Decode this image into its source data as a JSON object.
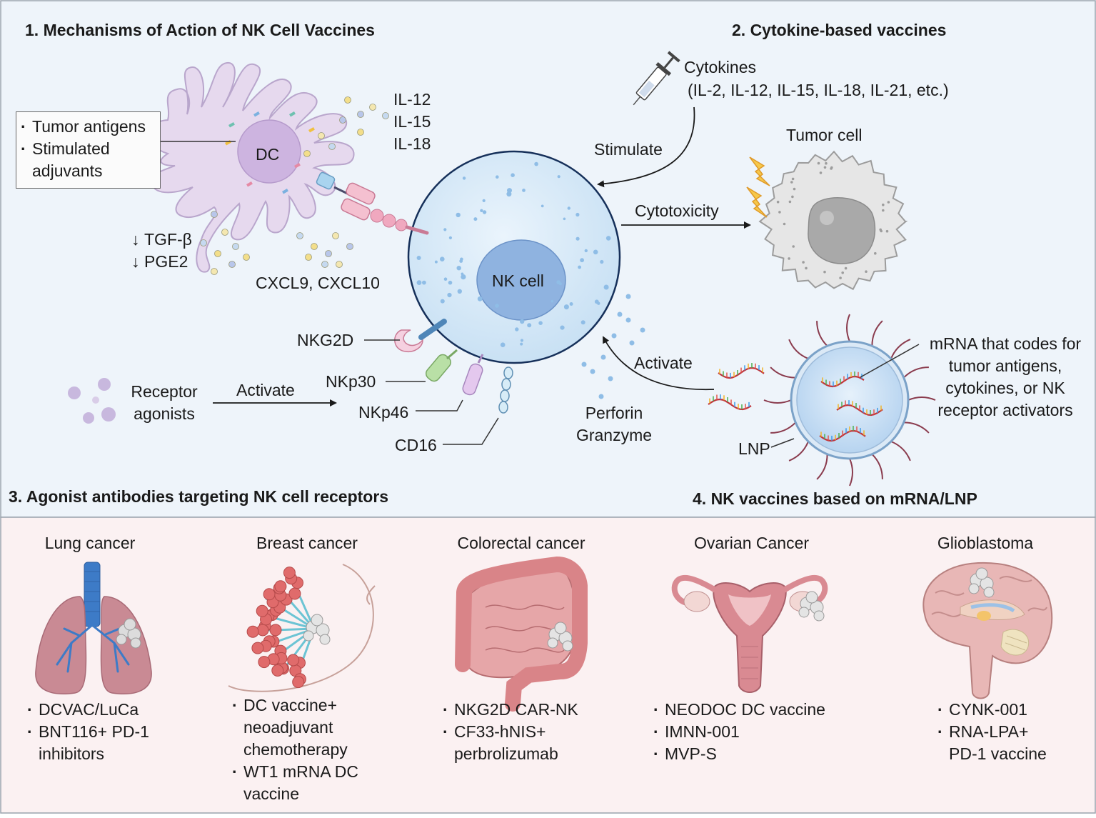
{
  "panel1": {
    "title": "1. Mechanisms of Action of NK Cell Vaccines",
    "box_items": [
      "Tumor antigens",
      "Stimulated\nadjuvants"
    ],
    "dc_label": "DC",
    "interleukins": [
      "IL-12",
      "IL-15",
      "IL-18"
    ],
    "suppressed": [
      "TGF-β",
      "PGE2"
    ],
    "chemokines": "CXCL9, CXCL10",
    "nk_label": "NK cell"
  },
  "panel2": {
    "title": "2. Cytokine-based vaccines",
    "cytokines": "Cytokines",
    "cytokine_list": "(IL-2, IL-12, IL-15, IL-18, IL-21, etc.)",
    "stimulate": "Stimulate",
    "tumor_cell": "Tumor cell",
    "cytotoxicity": "Cytotoxicity",
    "perforin": "Perforin\nGranzyme"
  },
  "panel3": {
    "title": "3. Agonist antibodies targeting NK cell receptors",
    "receptor_agonists": "Receptor\nagonists",
    "activate": "Activate",
    "receptors": [
      "NKG2D",
      "NKp30",
      "NKp46",
      "CD16"
    ]
  },
  "panel4": {
    "title": "4. NK vaccines based on mRNA/LNP",
    "activate": "Activate",
    "mrna": "mRNA that codes for\ntumor antigens,\ncytokines, or NK\nreceptor activators",
    "lnp": "LNP"
  },
  "cancers": [
    {
      "name": "Lung cancer",
      "items": [
        "DCVAC/LuCa",
        "BNT116+ PD-1\ninhibitors"
      ]
    },
    {
      "name": "Breast cancer",
      "items": [
        "DC vaccine+\nneoadjuvant\nchemotherapy",
        "WT1 mRNA DC\nvaccine"
      ]
    },
    {
      "name": "Colorectal cancer",
      "items": [
        "NKG2D CAR-NK",
        "CF33-hNIS+\nperbrolizumab"
      ]
    },
    {
      "name": "Ovarian Cancer",
      "items": [
        "NEODOC DC vaccine",
        "IMNN-001",
        "MVP-S"
      ]
    },
    {
      "name": "Glioblastoma",
      "items": [
        "CYNK-001",
        "RNA-LPA+\nPD-1 vaccine"
      ]
    }
  ],
  "colors": {
    "top_bg": "#eef4fa",
    "bottom_bg": "#fbf1f2",
    "dc_cell": "#e6d9ee",
    "nk_cell": "#d7e9f7",
    "nk_nucleus": "#8fb3e0",
    "tumor_cell": "#e6e6e6",
    "organ_pink": "#cf8088",
    "arrow": "#1a1a1a"
  }
}
